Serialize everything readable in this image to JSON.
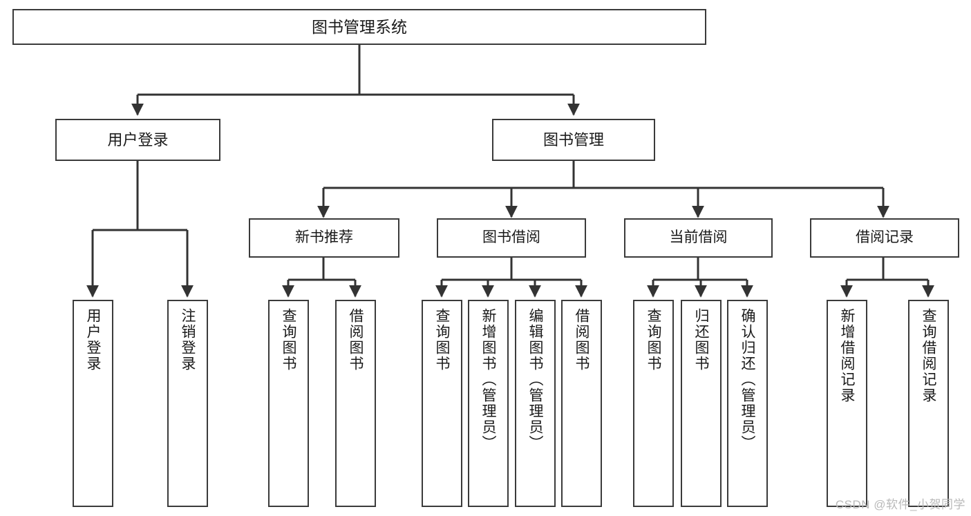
{
  "diagram": {
    "title": "图书管理系统",
    "type": "tree",
    "watermark": "CSDN @软件_小贺同学",
    "colors": {
      "border": "#3a3a3a",
      "background": "#ffffff",
      "text": "#1a1a1a",
      "connector": "#333333",
      "watermark": "#b9b9b9"
    },
    "root": {
      "label": "图书管理系统"
    },
    "level2": [
      {
        "label": "用户登录"
      },
      {
        "label": "图书管理"
      }
    ],
    "groups": [
      {
        "label": "新书推荐"
      },
      {
        "label": "图书借阅"
      },
      {
        "label": "当前借阅"
      },
      {
        "label": "借阅记录"
      }
    ],
    "leaves": {
      "user_login": [
        {
          "label": "用户登录"
        },
        {
          "label": "注销登录"
        }
      ],
      "new_book": [
        {
          "label": "查询图书"
        },
        {
          "label": "借阅图书"
        }
      ],
      "book_borrow": [
        {
          "label": "查询图书"
        },
        {
          "label": "新增图书（管理员）"
        },
        {
          "label": "编辑图书（管理员）"
        },
        {
          "label": "借阅图书"
        }
      ],
      "current_borrow": [
        {
          "label": "查询图书"
        },
        {
          "label": "归还图书"
        },
        {
          "label": "确认归还（管理员）"
        }
      ],
      "borrow_record": [
        {
          "label": "新增借阅记录"
        },
        {
          "label": "查询借阅记录"
        }
      ]
    }
  }
}
